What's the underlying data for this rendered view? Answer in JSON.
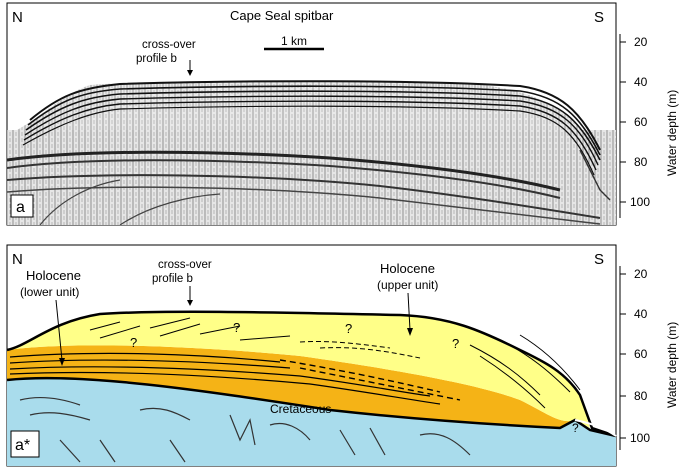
{
  "top_panel": {
    "title": "Cape Seal spitbar",
    "dir_left": "N",
    "dir_right": "S",
    "scale_label": "1 km",
    "crossover_line1": "cross-over",
    "crossover_line2": "profile b",
    "panel_label": "a",
    "axis_label": "Water depth  (m)",
    "ticks": [
      "20",
      "40",
      "60",
      "80",
      "100"
    ]
  },
  "bottom_panel": {
    "dir_left": "N",
    "dir_right": "S",
    "holocene_lower_line1": "Holocene",
    "holocene_lower_line2": "(lower unit)",
    "crossover_line1": "cross-over",
    "crossover_line2": "profile b",
    "holocene_upper_line1": "Holocene",
    "holocene_upper_line2": "(upper unit)",
    "cretaceous": "Cretaceous",
    "question_mark": "?",
    "panel_label": "a*",
    "axis_label": "Water depth  (m)",
    "ticks": [
      "20",
      "40",
      "60",
      "80",
      "100"
    ]
  },
  "colors": {
    "upper_unit": "#ffff88",
    "lower_unit": "#f5b316",
    "cretaceous": "#a9dcec",
    "seismic_background": "#d9d9d9"
  }
}
